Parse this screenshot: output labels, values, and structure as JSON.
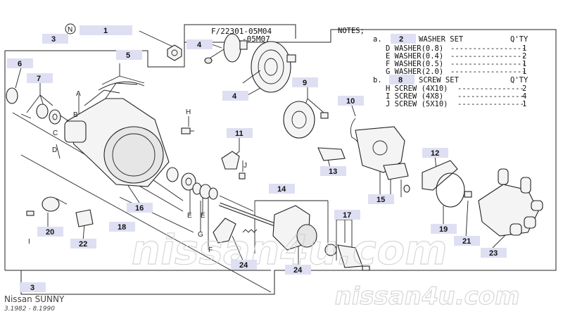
{
  "diagram": {
    "part_number_box": {
      "line1": "F/22301-05M04",
      "line2": "-05M07"
    },
    "notes": {
      "title": "NOTES;",
      "col_qty": "Q'TY",
      "section_a": {
        "marker": "a.",
        "callout": "2",
        "heading": "WASHER SET",
        "rows": [
          {
            "item": "D WASHER(0.8)",
            "qty": "1"
          },
          {
            "item": "E WASHER(0.4)",
            "qty": "2"
          },
          {
            "item": "F WASHER(0.5)",
            "qty": "1"
          },
          {
            "item": "G WASHER(2.0)",
            "qty": "1"
          }
        ]
      },
      "section_b": {
        "marker": "b.",
        "callout": "8",
        "heading": "SCREW SET",
        "rows": [
          {
            "item": "H SCREW (4X10)",
            "qty": "2"
          },
          {
            "item": "I SCREW (4X8)",
            "qty": "4"
          },
          {
            "item": "J SCREW (5X10)",
            "qty": "1"
          }
        ]
      }
    },
    "circled_n": "N",
    "callouts": [
      "1",
      "3",
      "4",
      "4",
      "5",
      "6",
      "7",
      "9",
      "10",
      "11",
      "12",
      "13",
      "14",
      "15",
      "16",
      "17",
      "18",
      "19",
      "20",
      "21",
      "22",
      "23",
      "24",
      "24",
      "3"
    ],
    "letters": [
      "A",
      "B",
      "C",
      "D",
      "H",
      "I",
      "J",
      "E",
      "E",
      "G",
      "F"
    ],
    "watermark": {
      "center": "nissan4u.com",
      "bottom": "nissan4u.com"
    },
    "footer": {
      "model": "Nissan SUNNY",
      "range": "3.1982 - 8.1990"
    },
    "colors": {
      "callout_bg": "#dedff2",
      "line": "#222222",
      "watermark": "#cfcfcf"
    }
  }
}
